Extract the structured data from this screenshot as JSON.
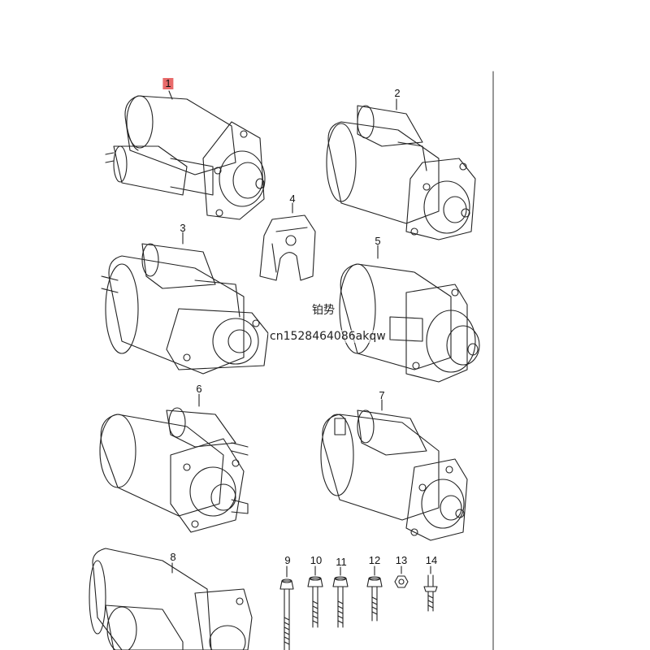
{
  "parts": [
    {
      "id": "part-1",
      "label": "1",
      "highlighted": true
    },
    {
      "id": "part-2",
      "label": "2"
    },
    {
      "id": "part-3",
      "label": "3"
    },
    {
      "id": "part-4",
      "label": "4"
    },
    {
      "id": "part-5",
      "label": "5"
    },
    {
      "id": "part-6",
      "label": "6"
    },
    {
      "id": "part-7",
      "label": "7"
    },
    {
      "id": "part-8",
      "label": "8"
    },
    {
      "id": "part-9",
      "label": "9"
    },
    {
      "id": "part-10",
      "label": "10"
    },
    {
      "id": "part-11",
      "label": "11"
    },
    {
      "id": "part-12",
      "label": "12"
    },
    {
      "id": "part-13",
      "label": "13"
    },
    {
      "id": "part-14",
      "label": "14"
    }
  ],
  "watermark": {
    "line1": "铂势",
    "line2": "cn1528464086akqw"
  },
  "colors": {
    "highlight": "#e86a6a",
    "stroke": "#222222"
  }
}
